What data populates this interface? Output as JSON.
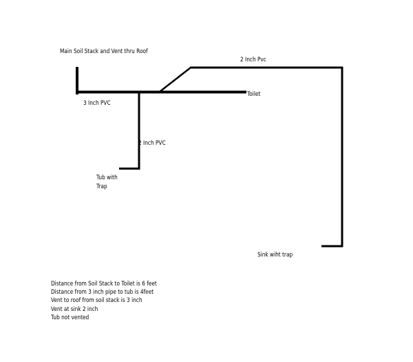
{
  "labels": {
    "main_stack": "Main Soil Stack and Vent thru Roof",
    "pvc_3inch": "3 Inch PVC",
    "pvc_2inch_vertical": "2 Inch PVC",
    "pvc_2inch_top": "2 Inch Pvc",
    "toilet": "Toilet",
    "tub_line1": "Tub with",
    "tub_line2": "Trap",
    "sink": "Sink wiht trap"
  },
  "notes": [
    "Distance from Soil Stack to Toilet is 6 feet",
    "Distance from 3 inch pipe to tub is  4feet",
    "Vent to roof from soil stack is 3 inch",
    "Vent at sink 2 inch",
    "Tub not vented"
  ]
}
